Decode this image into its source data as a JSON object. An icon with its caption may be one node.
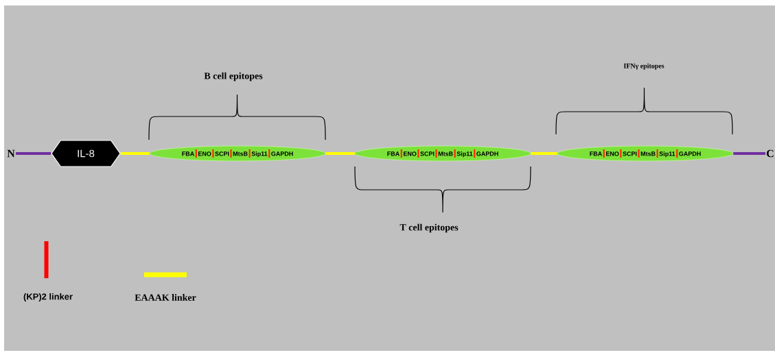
{
  "diagram": {
    "nodes": [
      {
        "text": [
          "N"
        ]
      },
      {
        "text": [
          "IL-8"
        ]
      },
      {
        "text": [
          "FBA",
          "ENO",
          "SCPI",
          "MtsB",
          "Sip11",
          "GAPDH"
        ]
      },
      {
        "text": [
          "FBA",
          "ENO",
          "SCPI",
          "MtsB",
          "Sip11",
          "GAPDH"
        ]
      },
      {
        "text": [
          "FBA",
          "ENO",
          "SCPI",
          "MtsB",
          "Sip11",
          "GAPDH"
        ]
      },
      {
        "text": [
          "C"
        ]
      }
    ],
    "edges": [
      {
        "from": 0,
        "to": 1,
        "arrow": "none",
        "color": "#7030a0"
      },
      {
        "from": 1,
        "to": 2,
        "arrow": "none"
      },
      {
        "from": 2,
        "to": 3,
        "arrow": "none"
      },
      {
        "from": 3,
        "to": 4,
        "arrow": "none"
      },
      {
        "from": 4,
        "to": 5,
        "arrow": "none",
        "color": "#7030a0"
      }
    ],
    "labels": [
      "IFNγ epitopes",
      "B cell epitopes",
      "T cell epitopes"
    ],
    "legend": [
      {
        "text": "(KP)2 linker",
        "color": "#ff0000"
      },
      {
        "text": "EAAAK linker",
        "color": "#ffff00"
      }
    ]
  }
}
